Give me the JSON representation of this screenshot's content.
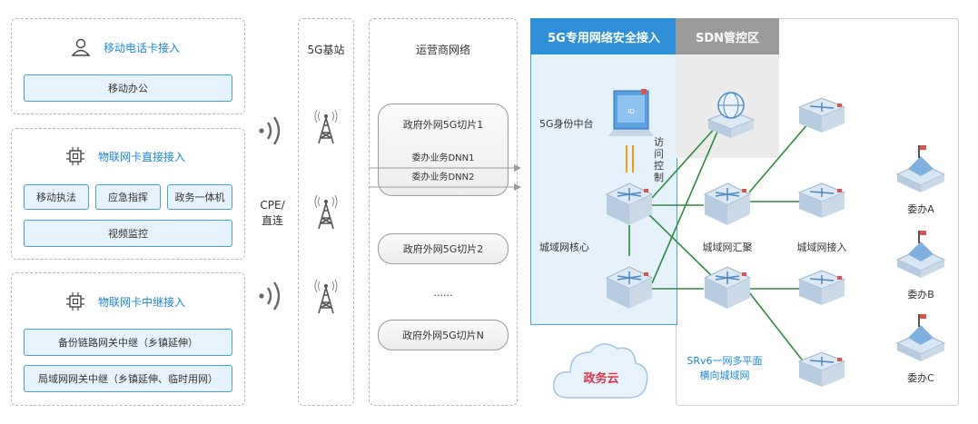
{
  "access": {
    "mobile_card": {
      "title": "移动电话卡接入",
      "items": [
        "移动办公"
      ]
    },
    "iot_direct": {
      "title": "物联网卡直接接入",
      "items": [
        "移动执法",
        "应急指挥",
        "政务一体机",
        "视频监控"
      ]
    },
    "iot_relay": {
      "title": "物联网卡中继接入",
      "items": [
        "备份链路网关中继（乡镇延伸）",
        "局域网网关中继（乡镇延伸、临时用网）"
      ]
    }
  },
  "cpe_label": "CPE/\n直连",
  "base_station": {
    "title": "5G基站"
  },
  "operator": {
    "title": "运营商网络",
    "slices": [
      "政府外网5G切片1",
      "政府外网5G切片2",
      "政府外网5G切片N"
    ],
    "dnn": [
      "委办业务DNN1",
      "委办业务DNN2"
    ],
    "ellipsis": "......"
  },
  "secure_zone": {
    "title": "5G专用网络安全接入",
    "identity": "5G身份中台",
    "access_control": "访\n问\n控\n制",
    "core": "城域网核心"
  },
  "sdn_zone": {
    "title": "SDN管控区"
  },
  "metro": {
    "aggregation": "城域网汇聚",
    "access": "城域网接入",
    "srv6": "SRv6一网多平面\n横向城域网"
  },
  "gov_cloud": "政务云",
  "agencies": [
    "委办A",
    "委办B",
    "委办C"
  ],
  "colors": {
    "accent": "#1e88d6",
    "secure_header": "#2f8fd8",
    "sdn_header": "#9b9b9b",
    "green_line": "#2e8b3c",
    "orange": "#f39c12"
  }
}
